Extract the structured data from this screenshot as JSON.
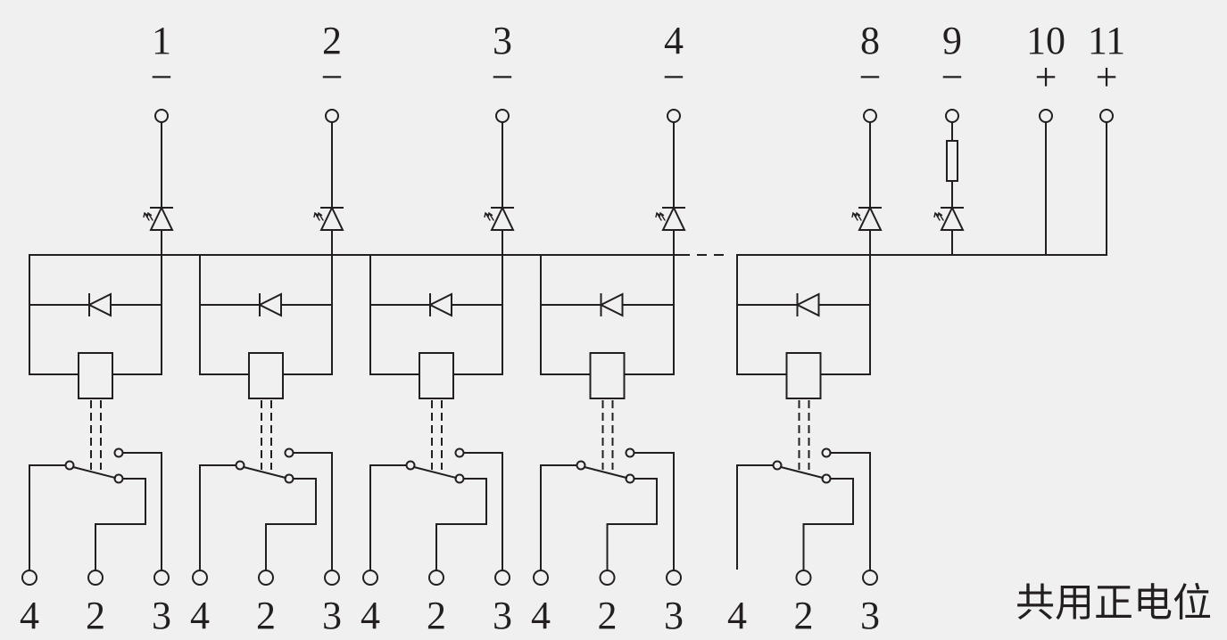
{
  "diagram": {
    "top_terminals": [
      {
        "label": "1",
        "polarity": "−"
      },
      {
        "label": "2",
        "polarity": "−"
      },
      {
        "label": "3",
        "polarity": "−"
      },
      {
        "label": "4",
        "polarity": "−"
      },
      {
        "label": "8",
        "polarity": "−"
      },
      {
        "label": "9",
        "polarity": "−"
      },
      {
        "label": "10",
        "polarity": "+"
      },
      {
        "label": "11",
        "polarity": "+"
      }
    ],
    "relay_modules": [
      {
        "terminals": [
          "4",
          "2",
          "3"
        ]
      },
      {
        "terminals": [
          "4",
          "2",
          "3"
        ]
      },
      {
        "terminals": [
          "4",
          "2",
          "3"
        ]
      },
      {
        "terminals": [
          "4",
          "2",
          "3"
        ]
      },
      {
        "terminals": [
          "4",
          "2",
          "3"
        ]
      }
    ],
    "note": "共用正电位"
  },
  "colors": {
    "background": "#f0f0f0",
    "line": "#231f20"
  }
}
